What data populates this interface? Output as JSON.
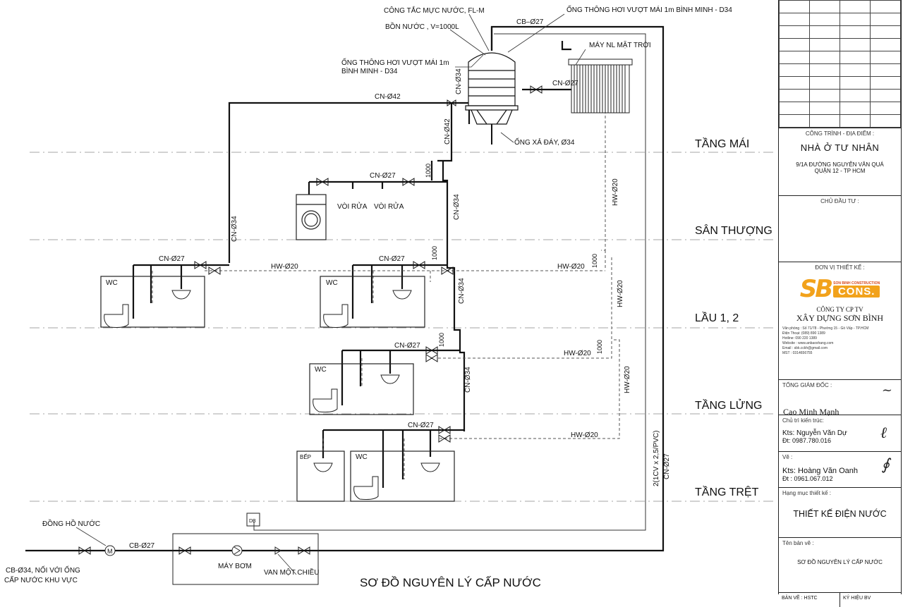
{
  "diagram_title": "SƠ ĐỒ NGUYÊN LÝ CẤP NƯỚC",
  "levels": [
    "TẦNG MÁI",
    "SÂN THƯỢNG",
    "LẦU 1, 2",
    "TẦNG LỬNG",
    "TẦNG TRỆT"
  ],
  "labels": {
    "float_switch": "CÔNG TẮC MỰC NƯỚC, FL-M",
    "tank": "BỒN NƯỚC , V=1000L",
    "vent_left_1": "ỐNG THÔNG HƠI VƯỢT MÁI 1m",
    "vent_left_2": "BÌNH MINH - D34",
    "vent_top": "ỐNG THÔNG HƠI VƯỢT MÁI 1m BÌNH MINH - D34",
    "cb_top": "CB–Ø27",
    "solar": "MÁY NL MẶT TRỜI",
    "tank_drain": "ỐNG XẢ ĐÁY, Ø34",
    "cn42_h": "CN-Ø42",
    "cn42_v": "CN-Ø42",
    "cn34_tank": "CN-Ø34",
    "cn34_a": "CN-Ø34",
    "cn34_b": "CN-Ø34",
    "cn34_c": "CN-Ø34",
    "cn34_d": "CN-Ø34",
    "cn27_solar": "CN-Ø27",
    "cn27_terrace": "CN-Ø27",
    "cn27_wc1": "CN-Ø27",
    "cn27_wc2": "CN-Ø27",
    "cn27_mezz": "CN-Ø27",
    "cn27_ground": "CN-Ø27",
    "cn27_riser": "CN-Ø27",
    "hw20_l1": "HW-Ø20",
    "hw20_l1b": "HW-Ø20",
    "hw20_mezz": "HW-Ø20",
    "hw20_ground": "HW-Ø20",
    "hw20_v1": "HW-Ø20",
    "hw20_v2": "HW-Ø20",
    "hw20_v3": "HW-Ø20",
    "h1000_a": "1000",
    "h1000_b": "1000",
    "h1000_c": "1000",
    "h1000_d": "1000",
    "h1000_e": "1000",
    "faucet1": "VÒI RỬA",
    "faucet2": "VÒI RỬA",
    "wc_a": "WC",
    "wc_b": "WC",
    "wc_c": "WC",
    "wc_d": "WC",
    "kitchen": "BẾP",
    "cable": "2(1CV x 2,5/PVC)",
    "meter": "ĐỒNG HỒ NƯỚC",
    "cb27": "CB-Ø27",
    "supply_1": "CB-Ø34, NỐI VỚI ỐNG",
    "supply_2": "CẤP NƯỚC KHU VỰC",
    "pump": "MÁY BƠM",
    "check_valve": "VAN MỘT CHIỀU",
    "motor": "M",
    "db": "DB"
  },
  "title_block": {
    "project_caption": "CÔNG TRÌNH - ĐỊA ĐIỂM :",
    "project_name": "NHÀ Ở TƯ NHÂN",
    "address_1": "9/1A ĐƯỜNG NGUYỄN VĂN QUÁ",
    "address_2": "QUẬN 12 - TP HCM",
    "owner_caption": "CHỦ ĐẦU TƯ :",
    "designer_caption": "ĐƠN VỊ THIẾT KẾ :",
    "logo_tagline": "SON BINH CONSTRUCTION",
    "logo_word": "CONS.",
    "company_1": "CÔNG TY CP TV",
    "company_2": "XÂY DỰNG SƠN BÌNH",
    "office": "Văn phòng : Số 71/78 - Phường 15 - Gò Vấp - TP.HCM",
    "phone": "Điện Thoại: (089) 890 1389",
    "hotline": "Hotline: 090 220 1389",
    "website": "Website : www.anbaoxhang.com",
    "email": "Email : sbk.cckh@gmail.com",
    "mst": "MST : 0314656755",
    "director_caption": "TỔNG GIÁM ĐỐC :",
    "director_name": "Cao Minh Mạnh",
    "architect_caption": "Chủ trì kiến trúc:",
    "architect_name": "Kts: Nguyễn Văn Dự",
    "architect_phone": "Đt: 0987.780.016",
    "drawn_caption": "Vẽ :",
    "drawn_name": "Kts: Hoàng Văn Oanh",
    "drawn_phone": "Đt : 0961.067.012",
    "category_caption": "Hạng mục thiết kế :",
    "category": "THIẾT KẾ ĐIỆN NƯỚC",
    "sheet_caption": "Tên bản vẽ :",
    "sheet_name": "SƠ ĐỒ NGUYÊN LÝ CẤP NƯỚC",
    "footer_left": "BẢN VẼ : HSTC",
    "footer_right": "KÝ HIỆU BV"
  }
}
